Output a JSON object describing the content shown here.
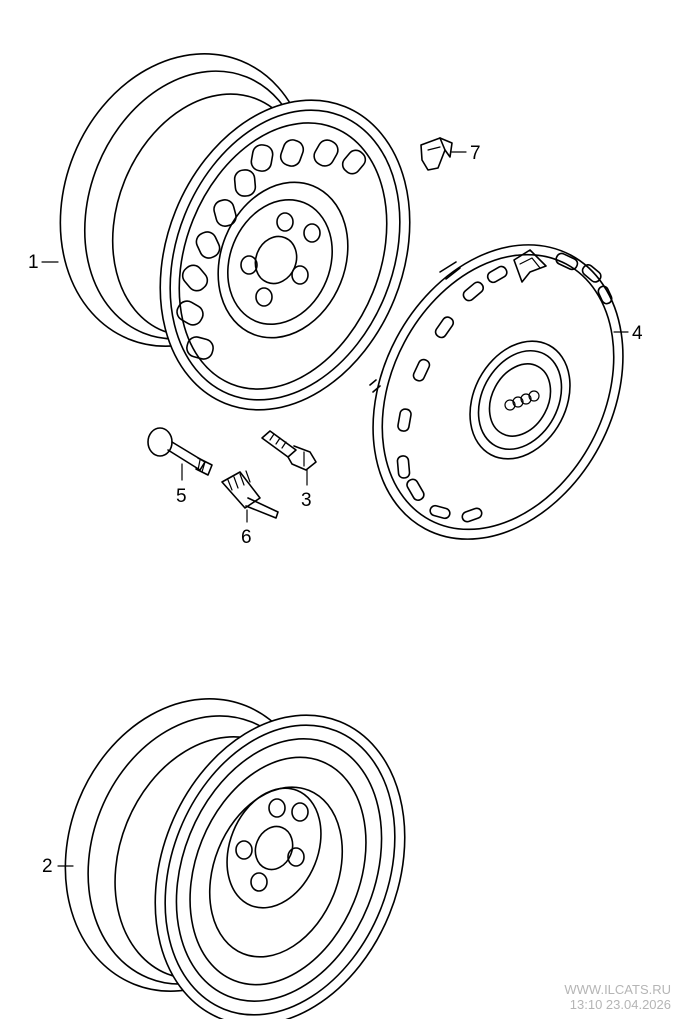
{
  "callouts": {
    "c1": "1",
    "c2": "2",
    "c3": "3",
    "c4": "4",
    "c5": "5",
    "c6": "6",
    "c7": "7"
  },
  "watermark": {
    "site": "WWW.ILCATS.RU",
    "timestamp": "13:10 23.04.2026"
  },
  "colors": {
    "line": "#000000",
    "background": "#ffffff",
    "watermark": "#b5b5b5"
  }
}
